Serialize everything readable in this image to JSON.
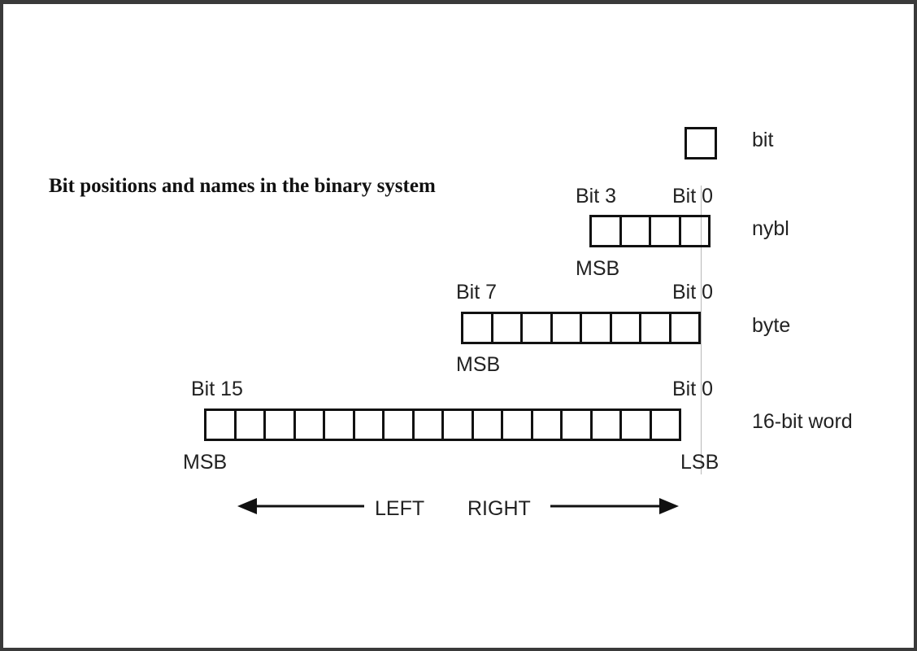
{
  "title": "Bit positions and names in the binary system",
  "rows": [
    {
      "name": "bit",
      "cells": 1
    },
    {
      "name": "nybl",
      "cells": 4,
      "left_label": "Bit 3",
      "right_label": "Bit 0",
      "under_left": "MSB"
    },
    {
      "name": "byte",
      "cells": 8,
      "left_label": "Bit 7",
      "right_label": "Bit 0",
      "under_left": "MSB"
    },
    {
      "name": "16-bit word",
      "cells": 16,
      "left_label": "Bit 15",
      "right_label": "Bit 0",
      "under_left": "MSB",
      "under_right": "LSB"
    }
  ],
  "direction": {
    "left": "LEFT",
    "right": "RIGHT"
  }
}
